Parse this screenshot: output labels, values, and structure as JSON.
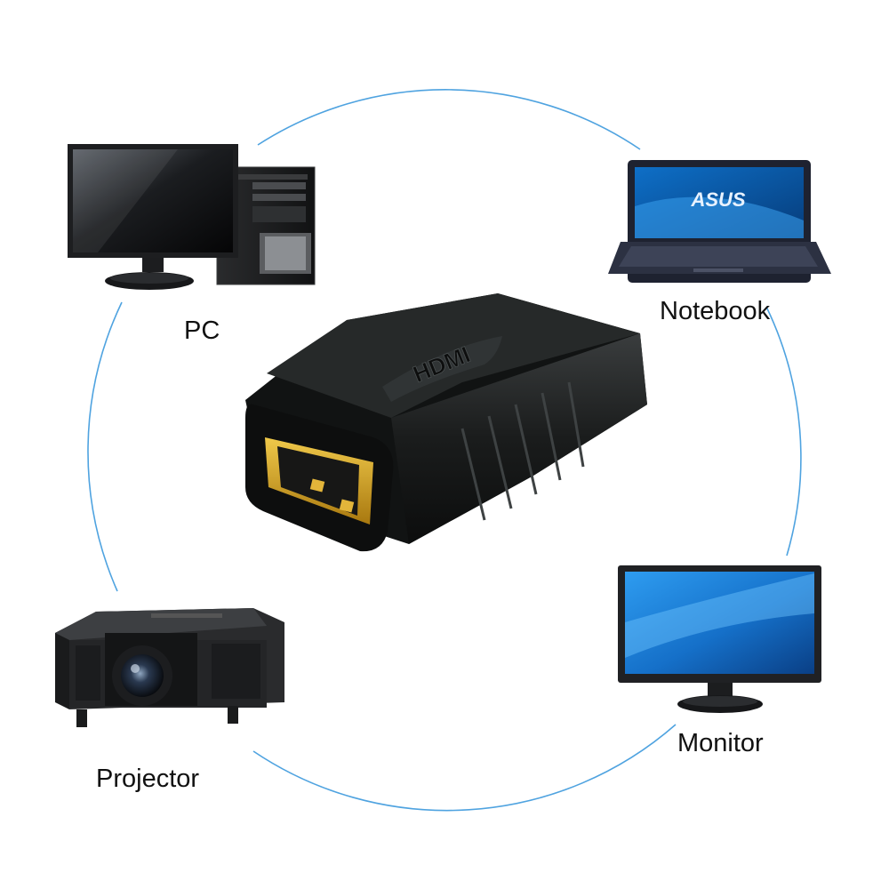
{
  "labels": {
    "pc": "PC",
    "notebook": "Notebook",
    "projector": "Projector",
    "monitor": "Monitor"
  },
  "logos": {
    "laptop_brand": "ASUS",
    "connector_mark": "HDMI"
  },
  "colors": {
    "ring": "#4fa3e0",
    "adapter_body": "#161818",
    "gold_port": "#d7a624",
    "screen_blue": "#1f7fd0"
  },
  "icons": [
    "pc-icon",
    "notebook-icon",
    "projector-icon",
    "monitor-icon",
    "hdmi-adapter-icon"
  ]
}
